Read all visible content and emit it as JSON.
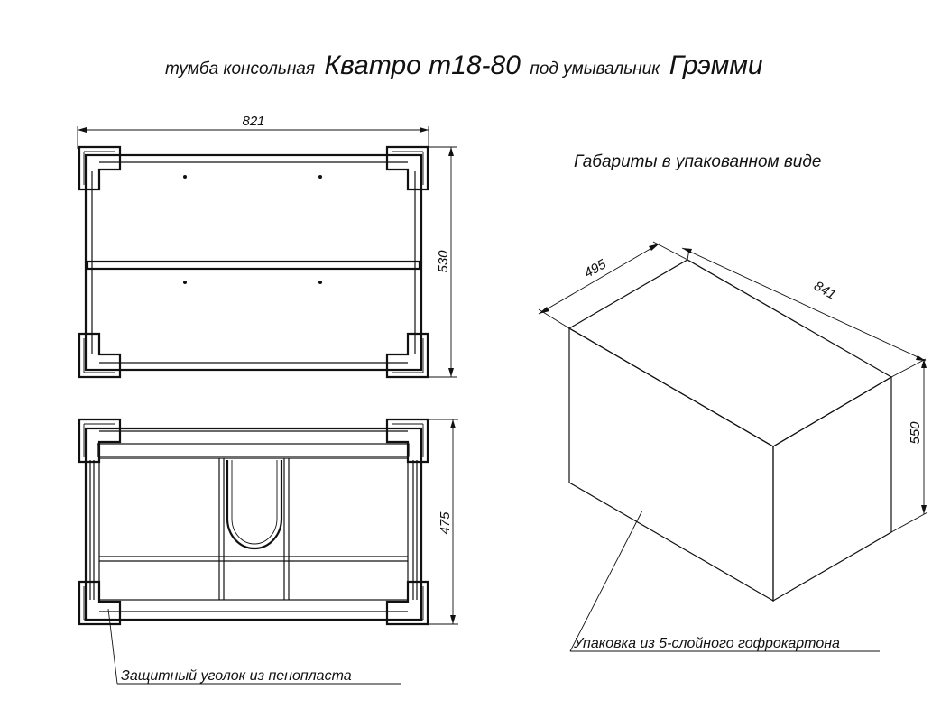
{
  "title": {
    "part1": "тумба консольная",
    "part2": "Кватро т18-80",
    "part3": "под умывальник",
    "part4": "Грэмми"
  },
  "packaged_heading": "Габариты в упакованном виде",
  "dimensions": {
    "top_width": "821",
    "top_height": "530",
    "front_height": "475",
    "box_depth": "495",
    "box_width": "841",
    "box_height": "550"
  },
  "callouts": {
    "corner_protector": "Защитный уголок из пенопласта",
    "packaging": "Упаковка из 5-слойного гофрокартона"
  }
}
